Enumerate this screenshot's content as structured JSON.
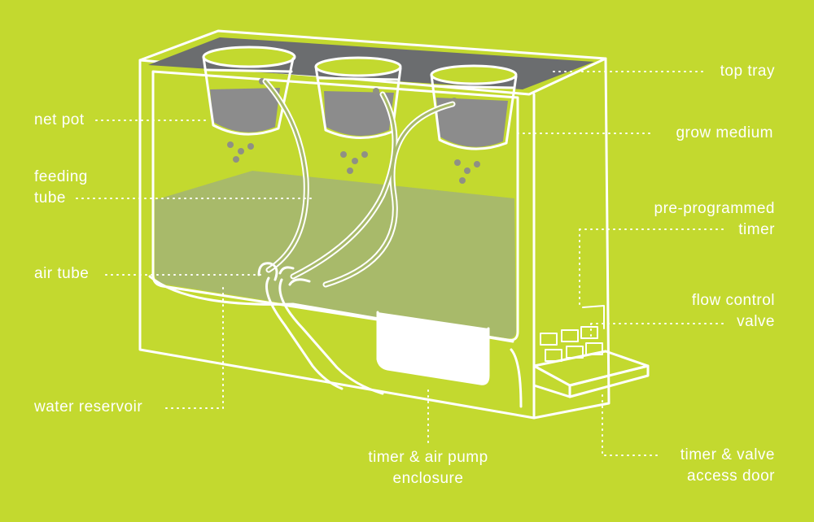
{
  "colors": {
    "background": "#c3d92f",
    "line": "#ffffff",
    "tray": "#6b6d6f",
    "growMedium": "#8c8c8c",
    "drip": "#8f9084",
    "water": "#a8ba6a"
  },
  "labels": {
    "top_tray": [
      "top tray"
    ],
    "net_pot": [
      "net pot"
    ],
    "grow_medium": [
      "grow medium"
    ],
    "feeding_tube": [
      "feeding",
      "tube"
    ],
    "pre_programmed_timer": [
      "pre-programmed",
      "timer"
    ],
    "air_tube": [
      "air tube"
    ],
    "flow_control_valve": [
      "flow control",
      "valve"
    ],
    "water_reservoir": [
      "water reservoir"
    ],
    "timer_air_pump_enclosure": [
      "timer & air pump",
      "enclosure"
    ],
    "timer_valve_access_door": [
      "timer & valve",
      "access door"
    ]
  }
}
